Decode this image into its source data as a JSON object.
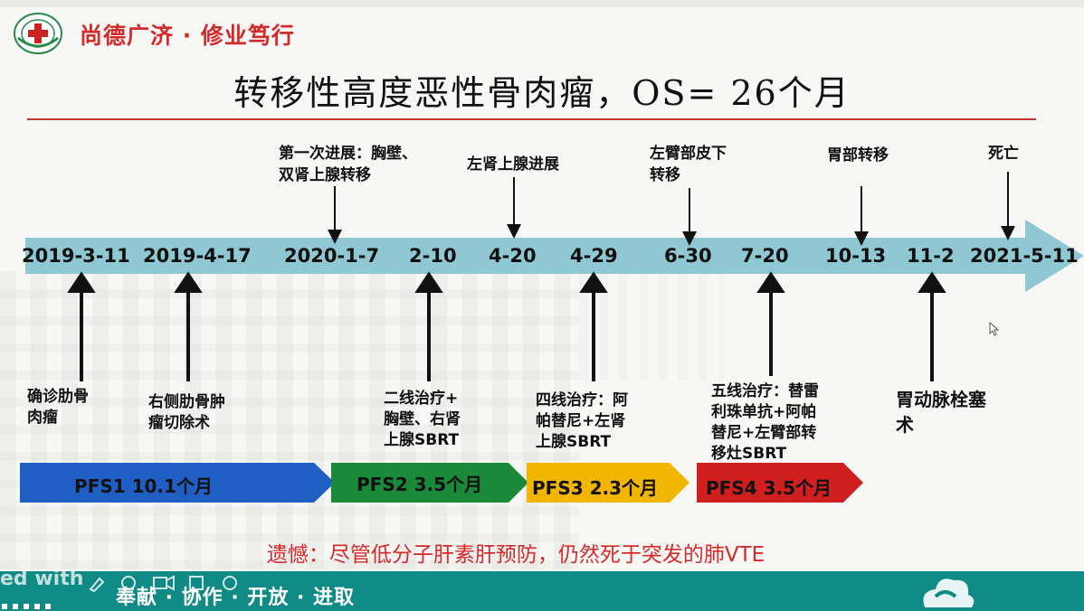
{
  "brand": {
    "slogan": "尚德广济 · 修业笃行"
  },
  "title": "转移性高度恶性骨肉瘤，OS= 26个月",
  "timeline": {
    "dates": [
      "2019-3-11",
      "2019-4-17",
      "2020-1-7",
      "2-10",
      "4-20",
      "4-29",
      "6-30",
      "7-20",
      "10-13",
      "11-2",
      "2021-5-11"
    ],
    "above_events": [
      {
        "lines": [
          "第一次进展：胸壁、",
          "双肾上腺转移"
        ]
      },
      {
        "lines": [
          "左肾上腺进展"
        ]
      },
      {
        "lines": [
          "左臂部皮下",
          "转移"
        ]
      },
      {
        "lines": [
          "胃部转移"
        ]
      },
      {
        "lines": [
          "死亡"
        ]
      }
    ],
    "below_events": [
      {
        "lines": [
          "确诊肋骨",
          "肉瘤"
        ]
      },
      {
        "lines": [
          "右侧肋骨肿",
          "瘤切除术"
        ]
      },
      {
        "lines": [
          "二线治疗+",
          "胸壁、右肾",
          "上腺SBRT"
        ]
      },
      {
        "lines": [
          "四线治疗：阿",
          "帕替尼+左肾",
          "上腺SBRT"
        ]
      },
      {
        "lines": [
          "五线治疗：替雷",
          "利珠单抗+阿帕",
          "替尼+左臂部转",
          "移灶SBRT"
        ]
      },
      {
        "lines": [
          "胃动脉栓塞",
          "术"
        ]
      }
    ]
  },
  "pfs": [
    {
      "label": "PFS1 10.1个月",
      "color": "#1f5fc4"
    },
    {
      "label": "PFS2 3.5个月",
      "color": "#1a8a3a"
    },
    {
      "label": "PFS3 2.3个月",
      "color": "#f2b500"
    },
    {
      "label": "PFS4 3.5个月",
      "color": "#d01f1f"
    }
  ],
  "note": "遗憾：尽管低分子肝素肝预防，仍然死于突发的肺VTE",
  "footer": {
    "motto": "奉献 · 协作 · 开放 · 进取",
    "overlay_text": "ed with"
  },
  "colors": {
    "timeline": "#8fc7d2",
    "accent_red": "#d42a2a",
    "footer": "#0f8a84"
  }
}
